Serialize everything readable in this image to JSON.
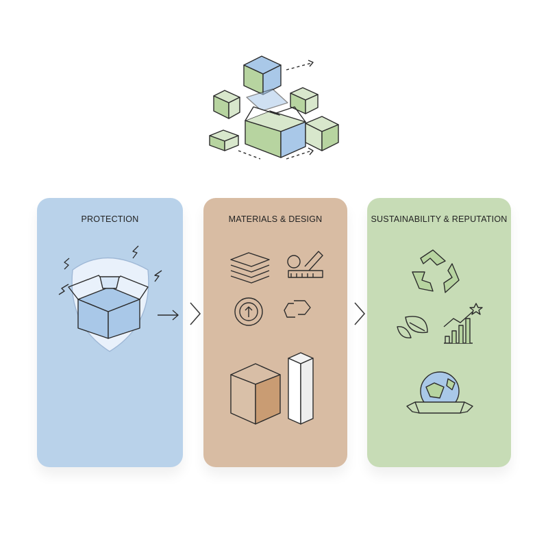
{
  "panels": [
    {
      "title": "PROTECTION",
      "color": "#b9d2ea"
    },
    {
      "title": "MATERIALS & DESIGN",
      "color": "#d8bca3"
    },
    {
      "title": "SUSTAINABILITY & REPUTATION",
      "color": "#c7dcb6"
    }
  ],
  "icons": {
    "hero": "packaging-boxes-icon",
    "protection": "shielded-box-icon",
    "materials": [
      "stacked-sheets-icon",
      "gear-ruler-icon",
      "compass-arrow-icon",
      "chain-link-icon",
      "cardboard-box-icon",
      "tall-carton-icon"
    ],
    "sustainability": [
      "recycle-icon",
      "leaf-icon",
      "growth-chart-icon",
      "globe-ribbon-icon"
    ]
  },
  "colors": {
    "blue": "#a9c8e8",
    "green": "#b7d4a0",
    "tan": "#c99c73",
    "line": "#2b2b2b"
  }
}
